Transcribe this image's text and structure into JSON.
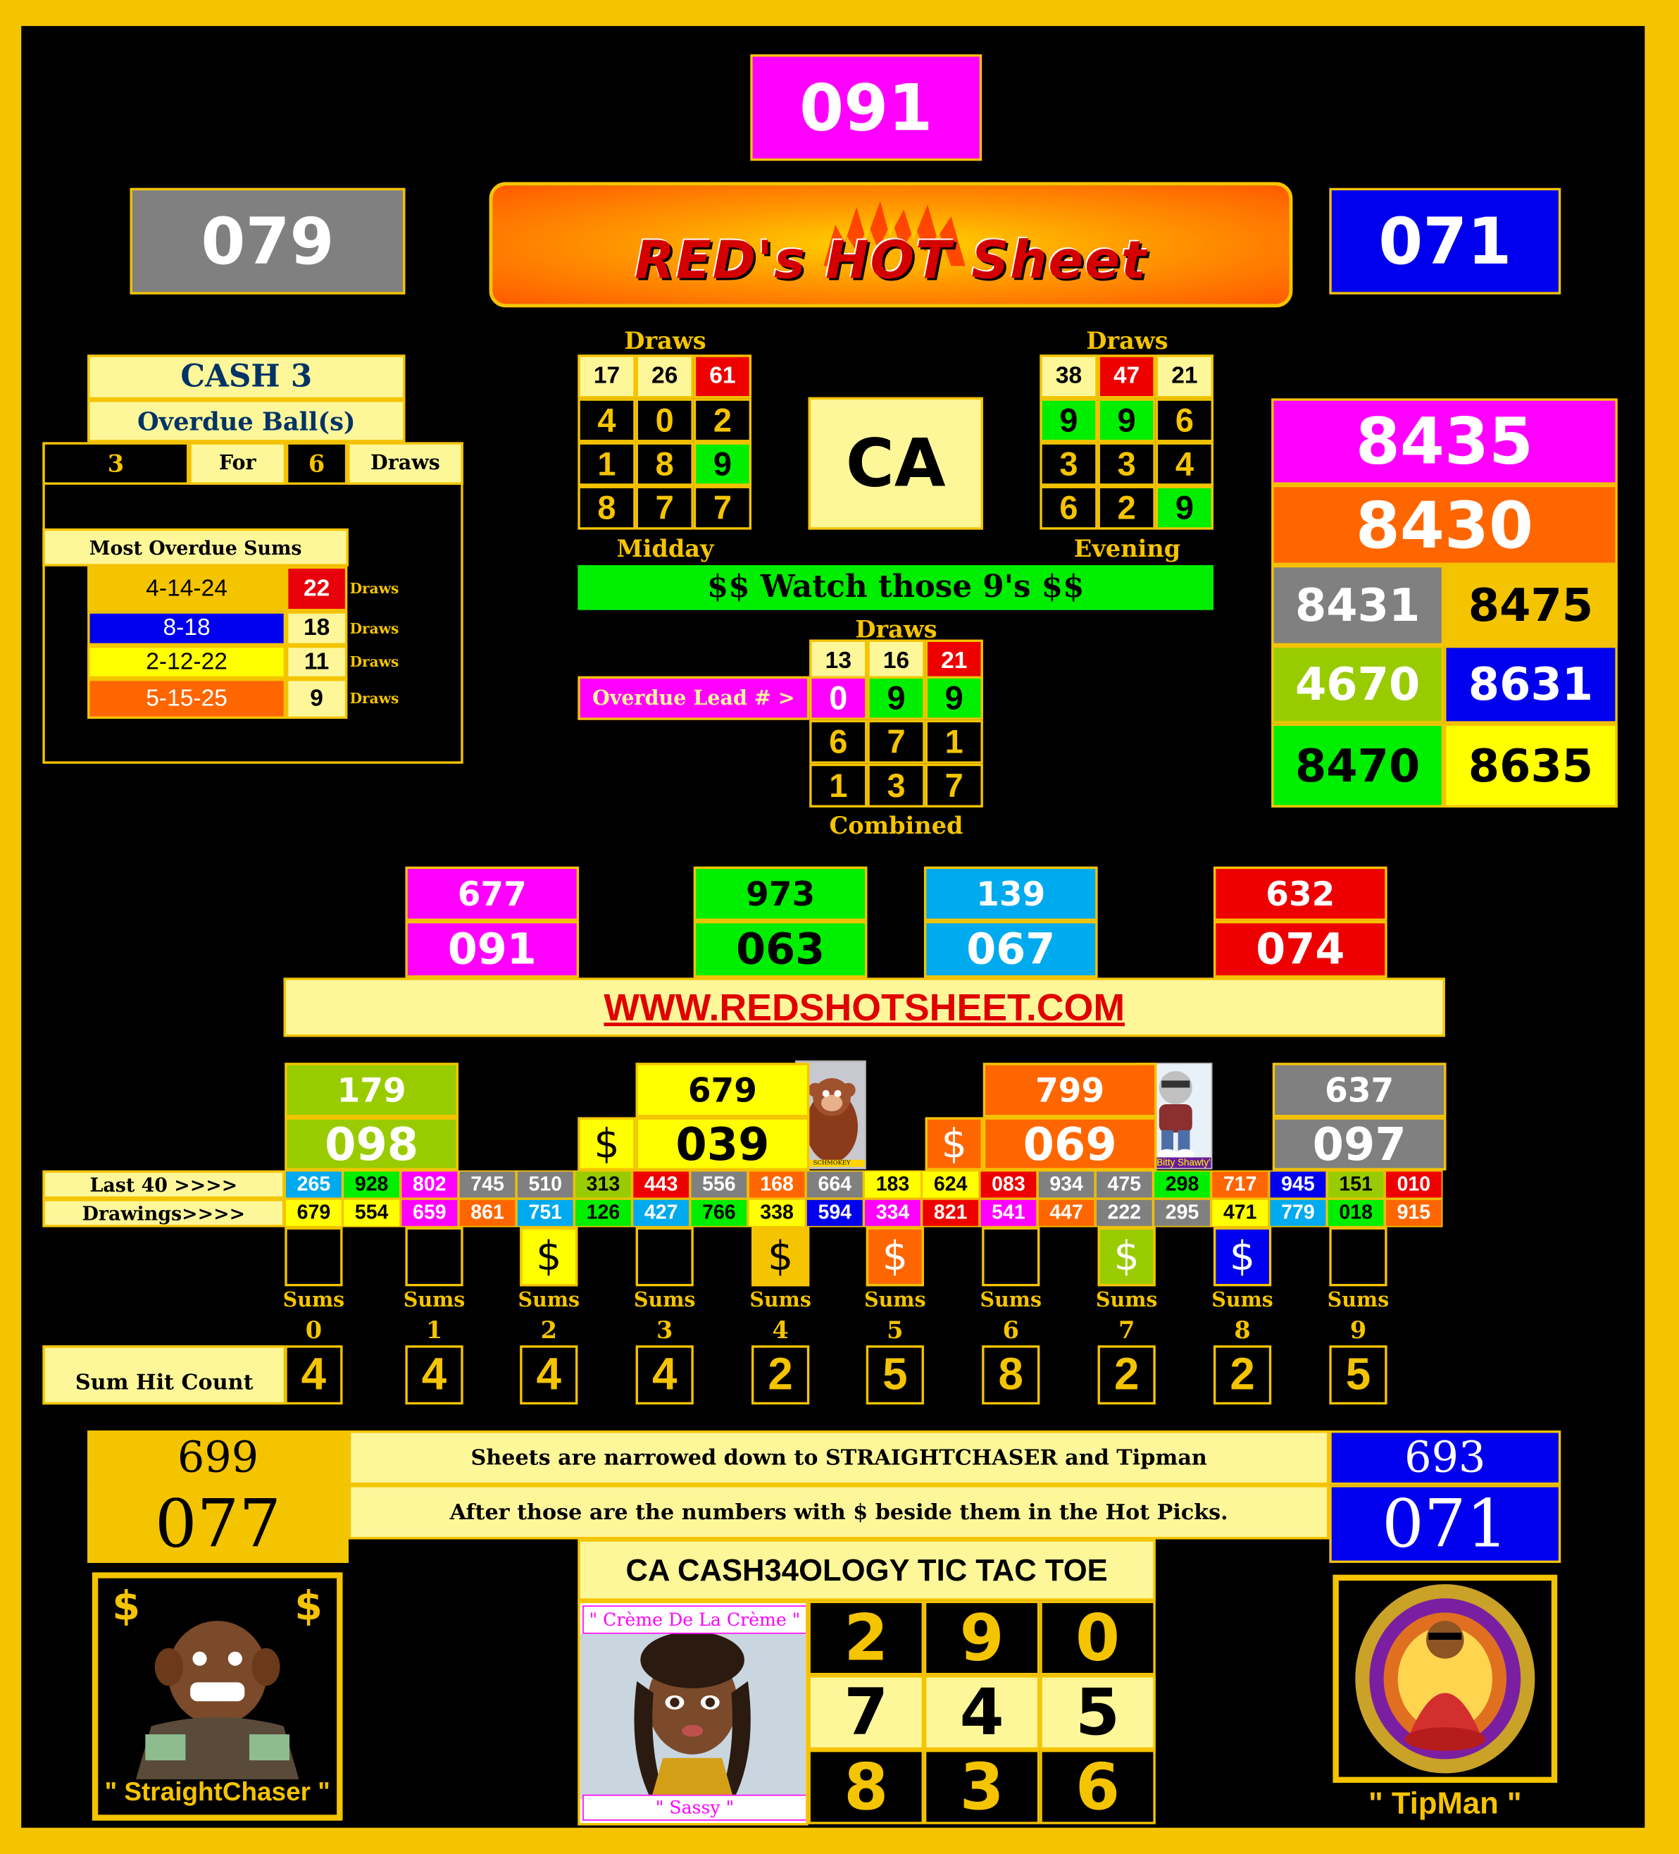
{
  "top_number": "091",
  "left_number": "079",
  "right_number": "071",
  "logo_text": "RED's HOT Sheet",
  "cash3": {
    "title": "CASH 3",
    "subtitle": "Overdue Ball(s)",
    "count": "3",
    "for": "For",
    "draws_n": "6",
    "draws": "Draws"
  },
  "overdue_sums": {
    "title": "Most Overdue Sums",
    "rows": [
      {
        "label": "4-14-24",
        "value": "22",
        "unit": "Draws",
        "color": "#f5c400",
        "val_color": "#e8000b"
      },
      {
        "label": "8-18",
        "value": "18",
        "unit": "Draws",
        "color": "#0000ee",
        "val_color": "#fdf79a"
      },
      {
        "label": "2-12-22",
        "value": "11",
        "unit": "Draws",
        "color": "#ffff00",
        "val_color": "#fdf79a"
      },
      {
        "label": "5-15-25",
        "value": "9",
        "unit": "Draws",
        "color": "#ff6600",
        "val_color": "#fdf79a"
      }
    ]
  },
  "midday": {
    "draws_label": "Draws",
    "draws": [
      "17",
      "26",
      "61"
    ],
    "rows": [
      [
        "4",
        "0",
        "2"
      ],
      [
        "1",
        "8",
        "9"
      ],
      [
        "8",
        "7",
        "7"
      ]
    ],
    "footer": "Midday"
  },
  "evening": {
    "draws_label": "Draws",
    "draws": [
      "38",
      "47",
      "21"
    ],
    "rows": [
      [
        "9",
        "9",
        "6"
      ],
      [
        "3",
        "3",
        "4"
      ],
      [
        "6",
        "2",
        "9"
      ]
    ],
    "footer": "Evening"
  },
  "state": "CA",
  "watch_banner": "$$ Watch those 9's $$",
  "combined": {
    "draws_label": "Draws",
    "draws": [
      "13",
      "16",
      "21"
    ],
    "lead_label": "Overdue Lead # >",
    "rows": [
      [
        "0",
        "9",
        "9"
      ],
      [
        "6",
        "7",
        "1"
      ],
      [
        "1",
        "3",
        "7"
      ]
    ],
    "footer": "Combined"
  },
  "pick4": {
    "top1": "8435",
    "top2": "8430",
    "grid": [
      [
        "8431",
        "8475"
      ],
      [
        "4670",
        "8631"
      ],
      [
        "8470",
        "8635"
      ]
    ]
  },
  "mid_pairs": [
    {
      "top": "677",
      "bottom": "091",
      "color": "#ff00ff"
    },
    {
      "top": "973",
      "bottom": "063",
      "color": "#00ee00"
    },
    {
      "top": "139",
      "bottom": "067",
      "color": "#00aaee"
    },
    {
      "top": "632",
      "bottom": "074",
      "color": "#ee0000"
    }
  ],
  "website": "WWW.REDSHOTSHEET.COM",
  "hot_picks": [
    {
      "top": "179",
      "bottom": "098",
      "color": "#99cc00",
      "dollar": false
    },
    {
      "top": "679",
      "bottom": "039",
      "color": "#ffff00",
      "dollar": true,
      "text_color": "#000"
    },
    {
      "top": "799",
      "bottom": "069",
      "color": "#ff6600",
      "dollar": true
    },
    {
      "top": "637",
      "bottom": "097",
      "color": "#808080",
      "dollar": false
    }
  ],
  "character_labels": {
    "left": "SCHMOKEY",
    "right": "'Lil' Bitty Shawty'"
  },
  "last40": {
    "label1": "Last 40 >>>>",
    "label2": "Drawings>>>>",
    "row1": [
      "265",
      "928",
      "802",
      "745",
      "510",
      "313",
      "443",
      "556",
      "168",
      "664",
      "183",
      "624",
      "083",
      "934",
      "475",
      "298",
      "717",
      "945",
      "151",
      "010"
    ],
    "row2": [
      "679",
      "554",
      "659",
      "861",
      "751",
      "126",
      "427",
      "766",
      "338",
      "594",
      "334",
      "821",
      "541",
      "447",
      "222",
      "295",
      "471",
      "779",
      "018",
      "915"
    ]
  },
  "sums": {
    "label": "Sums",
    "digits": [
      "0",
      "1",
      "2",
      "3",
      "4",
      "5",
      "6",
      "7",
      "8",
      "9"
    ],
    "dollars": [
      "",
      "",
      "$",
      "",
      "$",
      "$",
      "",
      "$",
      "$",
      ""
    ],
    "hit_label": "Sum Hit Count",
    "hits": [
      "4",
      "4",
      "4",
      "4",
      "2",
      "5",
      "8",
      "2",
      "2",
      "5"
    ]
  },
  "bottom_left": {
    "top": "699",
    "bottom": "077"
  },
  "bottom_right": {
    "top": "693",
    "bottom": "071"
  },
  "notes": [
    "Sheets are narrowed down to STRAIGHTCHASER and Tipman",
    "After those are the numbers with $ beside them in the Hot Picks."
  ],
  "tictactoe": {
    "title": "CA CASH34OLOGY TIC TAC TOE",
    "cap_top": "\" Crème De La Crème \"",
    "cap_bottom": "\" Sassy \"",
    "grid": [
      [
        "2",
        "9",
        "0"
      ],
      [
        "7",
        "4",
        "5"
      ],
      [
        "8",
        "3",
        "6"
      ]
    ]
  },
  "straightchaser": {
    "label": "\" StraightChaser \""
  },
  "tipman": {
    "label": "\" TipMan \""
  }
}
